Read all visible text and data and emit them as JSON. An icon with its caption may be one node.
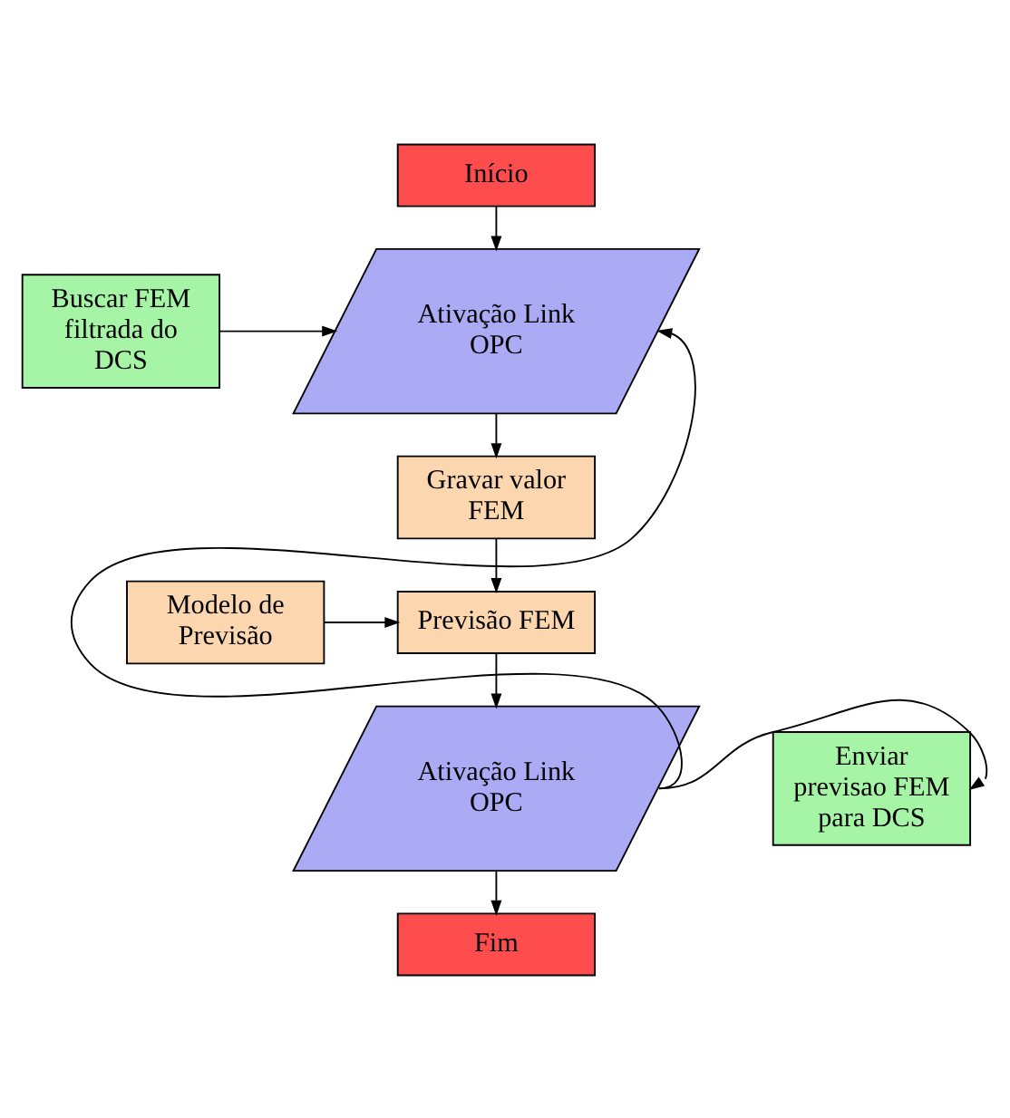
{
  "diagram": {
    "nodes": [
      {
        "text": [
          "Início"
        ]
      },
      {
        "text": [
          "Buscar FEM filtrada do DCS"
        ]
      },
      {
        "text": [
          "Ativação Link OPC"
        ]
      },
      {
        "text": [
          "Gravar valor FEM"
        ]
      },
      {
        "text": [
          "Modelo de Previsão"
        ]
      },
      {
        "text": [
          "Previsão FEM"
        ]
      },
      {
        "text": [
          "Enviar previsao FEM para DCS"
        ]
      },
      {
        "text": [
          "Ativação Link OPC"
        ]
      },
      {
        "text": [
          "Fim"
        ]
      }
    ],
    "edges": [
      {
        "from": 0,
        "to": 2,
        "arrow": "to"
      },
      {
        "from": 1,
        "to": 2,
        "arrow": "to"
      },
      {
        "from": 2,
        "to": 3,
        "arrow": "to"
      },
      {
        "from": 3,
        "to": 5,
        "arrow": "to"
      },
      {
        "from": 4,
        "to": 5,
        "arrow": "to"
      },
      {
        "from": 5,
        "to": 7,
        "arrow": "to"
      },
      {
        "from": 7,
        "to": 6,
        "arrow": "to"
      },
      {
        "from": 7,
        "to": 8,
        "arrow": "to"
      },
      {
        "from": 7,
        "to": 2,
        "arrow": "to"
      }
    ]
  }
}
